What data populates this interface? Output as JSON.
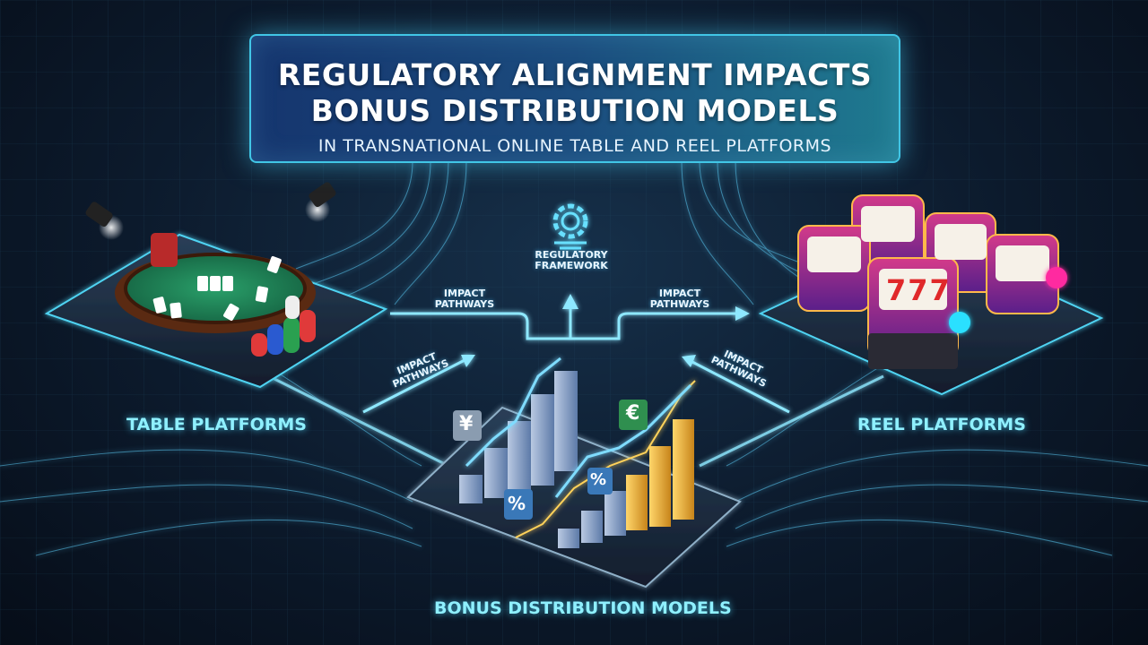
{
  "header": {
    "title_line1": "REGULATORY ALIGNMENT IMPACTS",
    "title_line2": "BONUS DISTRIBUTION MODELS",
    "subtitle": "IN TRANSNATIONAL ONLINE TABLE AND REEL PLATFORMS"
  },
  "nodes": {
    "table": "TABLE PLATFORMS",
    "reel": "REEL PLATFORMS",
    "bonus": "BONUS DISTRIBUTION MODELS",
    "regulatory_line1": "REGULATORY",
    "regulatory_line2": "FRAMEWORK"
  },
  "pathways": [
    {
      "line1": "IMPACT",
      "line2": "PATHWAYS"
    },
    {
      "line1": "IMPACT",
      "line2": "PATHWAYS"
    },
    {
      "line1": "IMPACT",
      "line2": "PATHWAYS"
    },
    {
      "line1": "IMPACT",
      "line2": "PATHWAYS"
    }
  ],
  "symbols": {
    "yen": "¥",
    "euro": "€",
    "percent_a": "%",
    "percent_b": "%",
    "slot_digits": "777"
  },
  "icons": [
    "gear-icon",
    "spotlight-icon",
    "poker-table-icon",
    "slot-machine-icon",
    "bar-chart-icon"
  ],
  "colors": {
    "accent": "#41c6e6",
    "glow": "#8ff0ff",
    "felt": "#1f8a5a",
    "gold": "#f2b632"
  }
}
